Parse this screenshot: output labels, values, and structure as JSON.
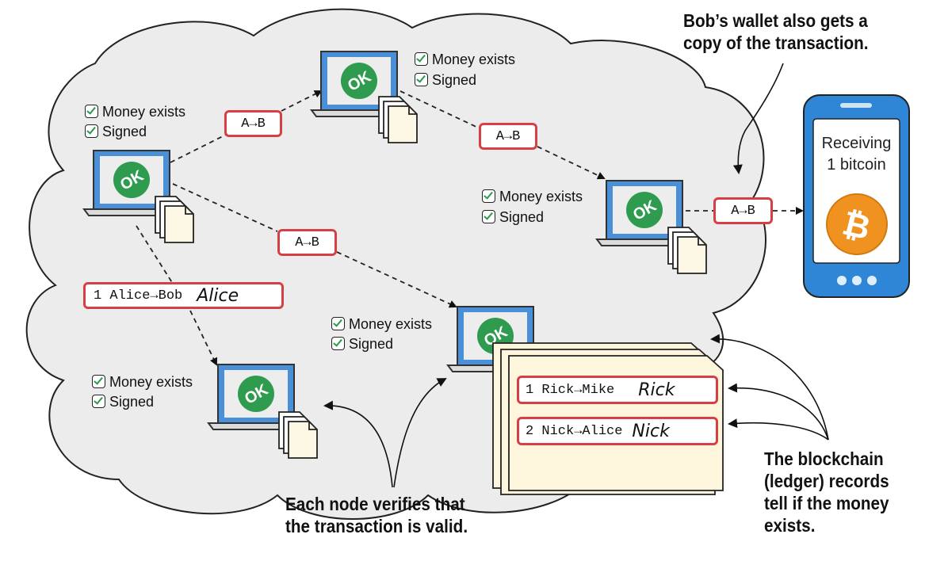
{
  "check_labels": {
    "money": "Money exists",
    "signed": "Signed"
  },
  "ok_badge": "OK",
  "transaction": "A→B",
  "ledger_entry": {
    "text": "1 Alice→Bob",
    "signature": "Alice"
  },
  "blockchain_records": [
    {
      "text": "1 Rick→Mike",
      "signature": "Rick"
    },
    {
      "text": "2 Nick→Alice",
      "signature": "Nick"
    }
  ],
  "phone": {
    "line1": "Receiving",
    "line2": "1 bitcoin",
    "symbol": "₿"
  },
  "notes": {
    "wallet": [
      "Bob’s wallet also gets a",
      "copy of the transaction."
    ],
    "verify": [
      "Each node verifies that",
      "the transaction is valid."
    ],
    "blockchain": [
      "The blockchain",
      "(ledger) records",
      "tell if the money",
      "exists."
    ]
  },
  "colors": {
    "tx_border": "#d64045",
    "ok_green": "#2e9b4f",
    "phone_blue": "#2f86d6",
    "bitcoin_orange": "#f0921f",
    "cloud": "#ececec",
    "paper": "#fdf5dc"
  },
  "icons": [
    "laptop-icon",
    "document-stack-icon",
    "checkbox-checked-icon",
    "bitcoin-icon",
    "smartphone-icon"
  ]
}
